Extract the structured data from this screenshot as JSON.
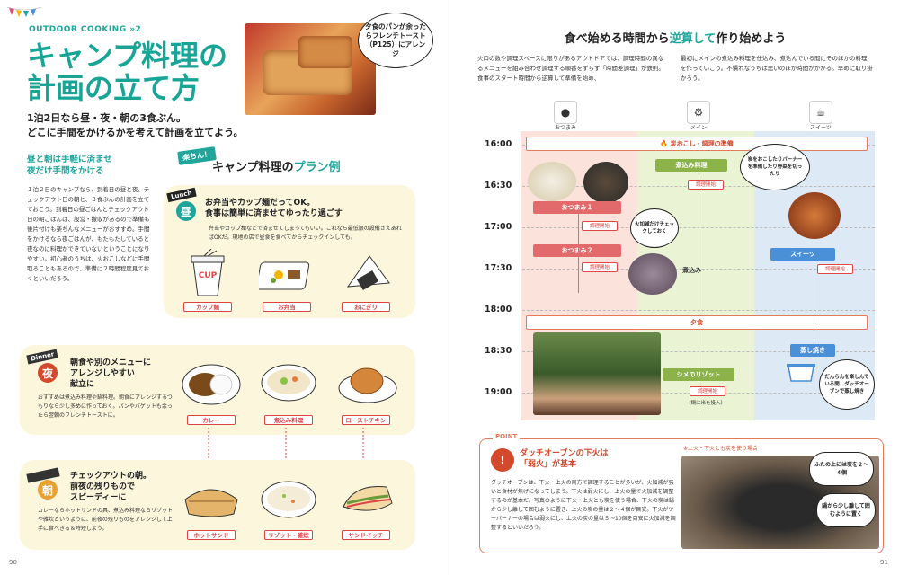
{
  "left": {
    "kicker": "OUTDOOR COOKING »2",
    "title_line1": "キャンプ料理の",
    "title_line2": "計画の立て方",
    "lead_line1": "1泊2日なら昼・夜・朝の3食ぶん。",
    "lead_line2": "どこに手間をかけるかを考えて計画を立てよう。",
    "bubble": "夕食のパンが余ったらフレンチトースト（P125）にアレンジ",
    "subhead_line1": "昼と朝は手軽に済ませ",
    "subhead_line2": "夜だけ手間をかける",
    "body": "１泊２日のキャンプなら、到着日の昼と夜、チェックアウト日の朝と、３食ぶんの計画を立てておこう。到着日の昼ごはんとチェックアウト日の朝ごはんは、設営・撤収があるので準備も後片付けも楽ちんなメニューがおすすめ。手間をかけるなら夜ごはんが、もたもたしていると夜なのに料理ができていないということになりやすい。初心者のうちは、火おこしなどに手間取ることもあるので、準備に２時間程度見ておくといいだろう。",
    "raku": "楽ちん！",
    "plan_title_a": "キャンプ料理の",
    "plan_title_b": "プラン例",
    "lunch": {
      "tag": "Lunch",
      "kanji": "昼",
      "title_line1": "お弁当やカップ麺だってOK。",
      "title_line2": "食事は簡単に済ませてゆったり過ごす",
      "text": "弁当やカップ麺などで済ませてしまってもいい。これなら最低限の設備さえあればOKだ。現地の店で昼食を食べてからチェックインしても。",
      "items": [
        "カップ麺",
        "お弁当",
        "おにぎり"
      ]
    },
    "dinner": {
      "tag": "Dinner",
      "kanji": "夜",
      "title_line1": "朝食や別のメニューに",
      "title_line2": "アレンジしやすい",
      "title_line3": "献立に",
      "text": "おすすめは煮込み料理や鍋料理。朝食にアレンジするつもりなら少し多めに作っておく。パンやバゲットも余ったら翌朝のフレンチトーストに。",
      "items": [
        "カレー",
        "煮込み料理",
        "ローストチキン"
      ]
    },
    "morning": {
      "kanji": "朝",
      "title_line1": "チェックアウトの朝。",
      "title_line2": "前夜の残りもので",
      "title_line3": "スピーディーに",
      "text": "カレーならホットサンドの具、煮込み料理ならリゾットや雑炊というように、前夜の残りものをアレンジして上手に食べきる＆時短しよう。",
      "items": [
        "ホットサンド",
        "リゾット・雑炊",
        "サンドイッチ"
      ]
    },
    "page_number": "90"
  },
  "right": {
    "title_a": "食べ始める時間から",
    "title_b": "逆算して",
    "title_c": "作り始めよう",
    "desc_left": "火口の数や調理スペースに限りがあるアウトドアでは、調理時間の異なるメニューを組み合わせ調理する順番をずらす「時間差調理」が鉄則。食事のスタート時間から逆算して準備を始め、",
    "desc_right": "最初にメインの煮込み料理を仕込み、煮込んでいる間にそのほかの料理を作っていこう。不慣れなうちは思いのほか時間がかかる。早めに取り掛かろう。",
    "columns": [
      "おつまみ",
      "メイン",
      "スイーツ"
    ],
    "times": [
      "16:00",
      "16:30",
      "17:00",
      "17:30",
      "18:00",
      "18:30",
      "19:00"
    ],
    "bar_fire": "炭おこし・調理の準備",
    "bar_dinner": "夕食",
    "otsumami1": "おつまみ１",
    "otsumami2": "おつまみ２",
    "nikomi": "煮込み料理",
    "nikomi2": "煮込み",
    "sweets": "スイーツ",
    "shime": "シメのリゾット",
    "yakisweets": "蒸し焼き",
    "start": "調理開始",
    "rice": "（鍋に米を投入）",
    "bubble_fire": "炭をおこしたりバーナーを準備したり野菜を切ったり",
    "bubble_heat": "火加減だけチェックしておく",
    "bubble_dutch": "だんらんを楽しんでいる間、ダッチオーブンで蒸し焼き",
    "point_label": "POINT",
    "point_title_line1": "ダッチオーブンの下火は",
    "point_title_line2": "「弱火」が基本",
    "point_text": "ダッチオーブンは、下火・上火の両方で調理することが多いが、火加減が強いと食材が焦げになってしまう。下火は弱火にし、上火の量で火加減を調整するのが基本だ。写真のように下火・上火とも炭を使う場合、下火の炭は鍋から少し離して囲むように置き、上火の炭の量は２～４個が目安。下火がツーバーナーの場合は弱火にし、上火の炭の量は５～10個を目安に火加減を調整するといいだろう。",
    "photo_caption": "※上火・下火とも炭を使う場合",
    "bubble_top": "ふたの上には炭を２～４個",
    "bubble_side": "鍋から少し離して囲むように置く",
    "page_number": "91"
  },
  "colors": {
    "teal": "#1fa59a",
    "red": "#d24a2b",
    "cream": "#fbf6dc",
    "pink": "#fbe3dc",
    "green": "#eaf3d4",
    "blue": "#dde9f4"
  }
}
